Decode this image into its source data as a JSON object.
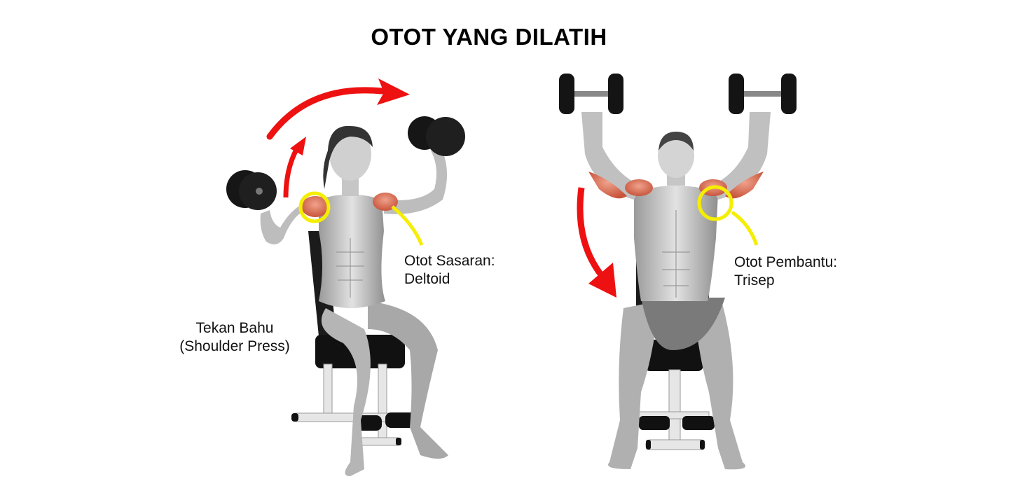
{
  "title": "OTOT YANG DILATIH",
  "labels": {
    "exercise": {
      "line1": "Tekan Bahu",
      "line2": "(Shoulder Press)"
    },
    "target": {
      "line1": "Otot Sasaran:",
      "line2": "Deltoid"
    },
    "synergist": {
      "line1": "Otot Pembantu:",
      "line2": "Trisep"
    }
  },
  "figures": [
    {
      "name": "female-seated-shoulder-press-start",
      "highlight": "deltoid",
      "arrow": "upward-arc"
    },
    {
      "name": "male-seated-shoulder-press-top",
      "highlight": "triceps",
      "arrow": "downward-arc"
    }
  ],
  "colors": {
    "arrow": "#ee1111",
    "callout": "#f5ee00",
    "muscle_highlight": "#d9735a",
    "skin": "#cfcfcf",
    "equipment": "#141414"
  }
}
